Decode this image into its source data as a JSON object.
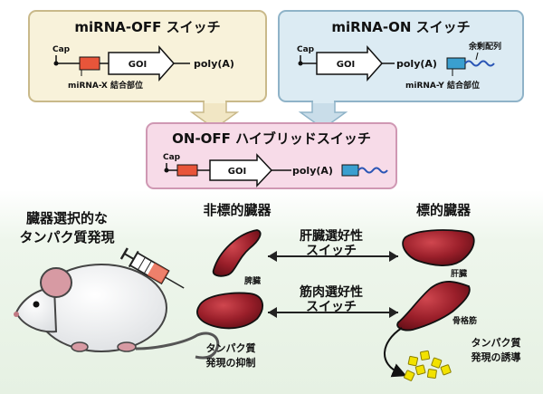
{
  "switches": {
    "off": {
      "title": "miRNA-OFF スイッチ",
      "cap": "Cap",
      "gene": "GOI",
      "polyA": "poly(A)",
      "site": "miRNA-X 結合部位",
      "fill": "#f8f2da",
      "border": "#c9b98a"
    },
    "on": {
      "title": "miRNA-ON スイッチ",
      "cap": "Cap",
      "gene": "GOI",
      "polyA": "poly(A)",
      "site": "miRNA-Y 結合部位",
      "excess": "余剰配列",
      "fill": "#dcebf3",
      "border": "#8fb3c8"
    },
    "hybrid": {
      "title": "ON-OFF ハイブリッドスイッチ",
      "cap": "Cap",
      "gene": "GOI",
      "polyA": "poly(A)",
      "fill": "#f7dbe8",
      "border": "#cf98b3"
    }
  },
  "lower": {
    "selective_title_line1": "臓器選択的な",
    "selective_title_line2": "タンパク質発現",
    "non_target": "非標的臓器",
    "target": "標的臓器",
    "liver_switch_line1": "肝臓選好性",
    "liver_switch_line2": "スイッチ",
    "muscle_switch_line1": "筋肉選好性",
    "muscle_switch_line2": "スイッチ",
    "spleen": "脾臓",
    "liver": "肝臓",
    "skeletal_muscle": "骨格筋",
    "suppression_line1": "タンパク質",
    "suppression_line2": "発現の抑制",
    "induction_line1": "タンパク質",
    "induction_line2": "発現の誘導",
    "bg_color": "#e8f3e6"
  },
  "colors": {
    "red_site": "#e8553a",
    "blue_site": "#3a9fcf",
    "organ": "#8b1a24",
    "protein": "#f2e200",
    "excess_wave": "#2a55b5"
  }
}
